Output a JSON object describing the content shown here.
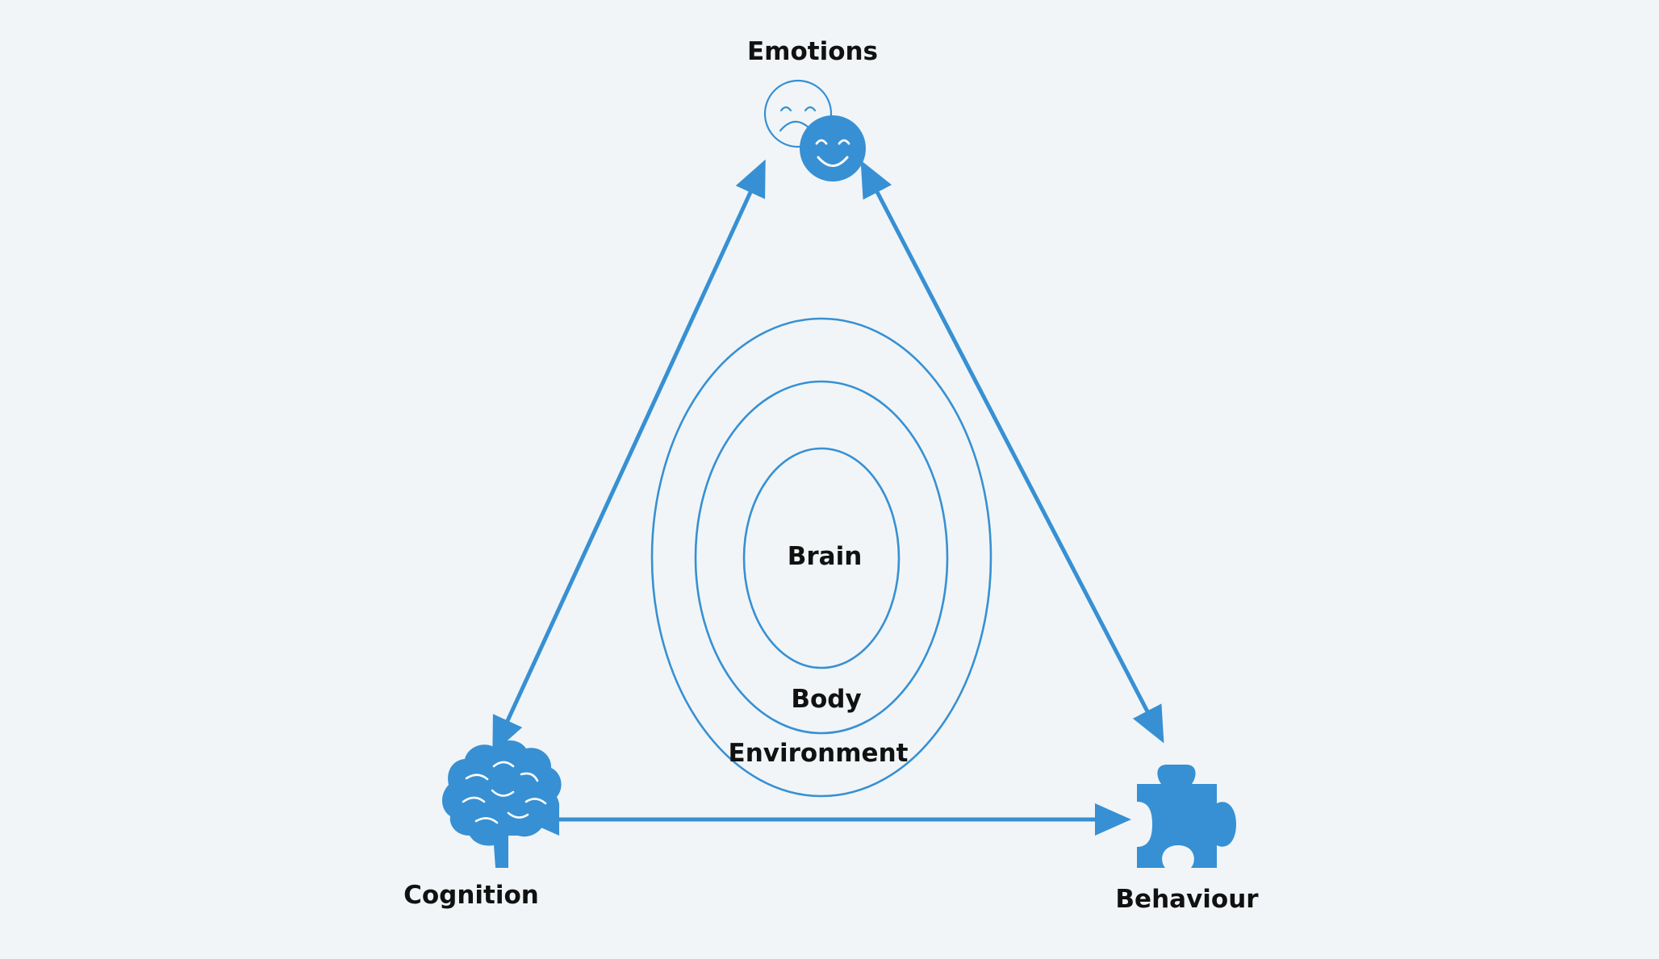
{
  "diagram": {
    "labels": {
      "emotions": "Emotions",
      "cognition": "Cognition",
      "behaviour": "Behaviour",
      "brain": "Brain",
      "body": "Body",
      "environment": "Environment"
    },
    "icons": {
      "emotions": "smiley-faces-icon",
      "cognition": "brain-icon",
      "behaviour": "puzzle-piece-icon"
    },
    "connections": [
      {
        "from": "Emotions",
        "to": "Cognition",
        "direction": "both"
      },
      {
        "from": "Emotions",
        "to": "Behaviour",
        "direction": "both"
      },
      {
        "from": "Cognition",
        "to": "Behaviour",
        "direction": "both"
      }
    ],
    "nested_ellipses": [
      "Environment",
      "Body",
      "Brain"
    ]
  },
  "colors": {
    "background": "#f1f5f7",
    "accent": "#3790d3",
    "text": "#111111"
  }
}
